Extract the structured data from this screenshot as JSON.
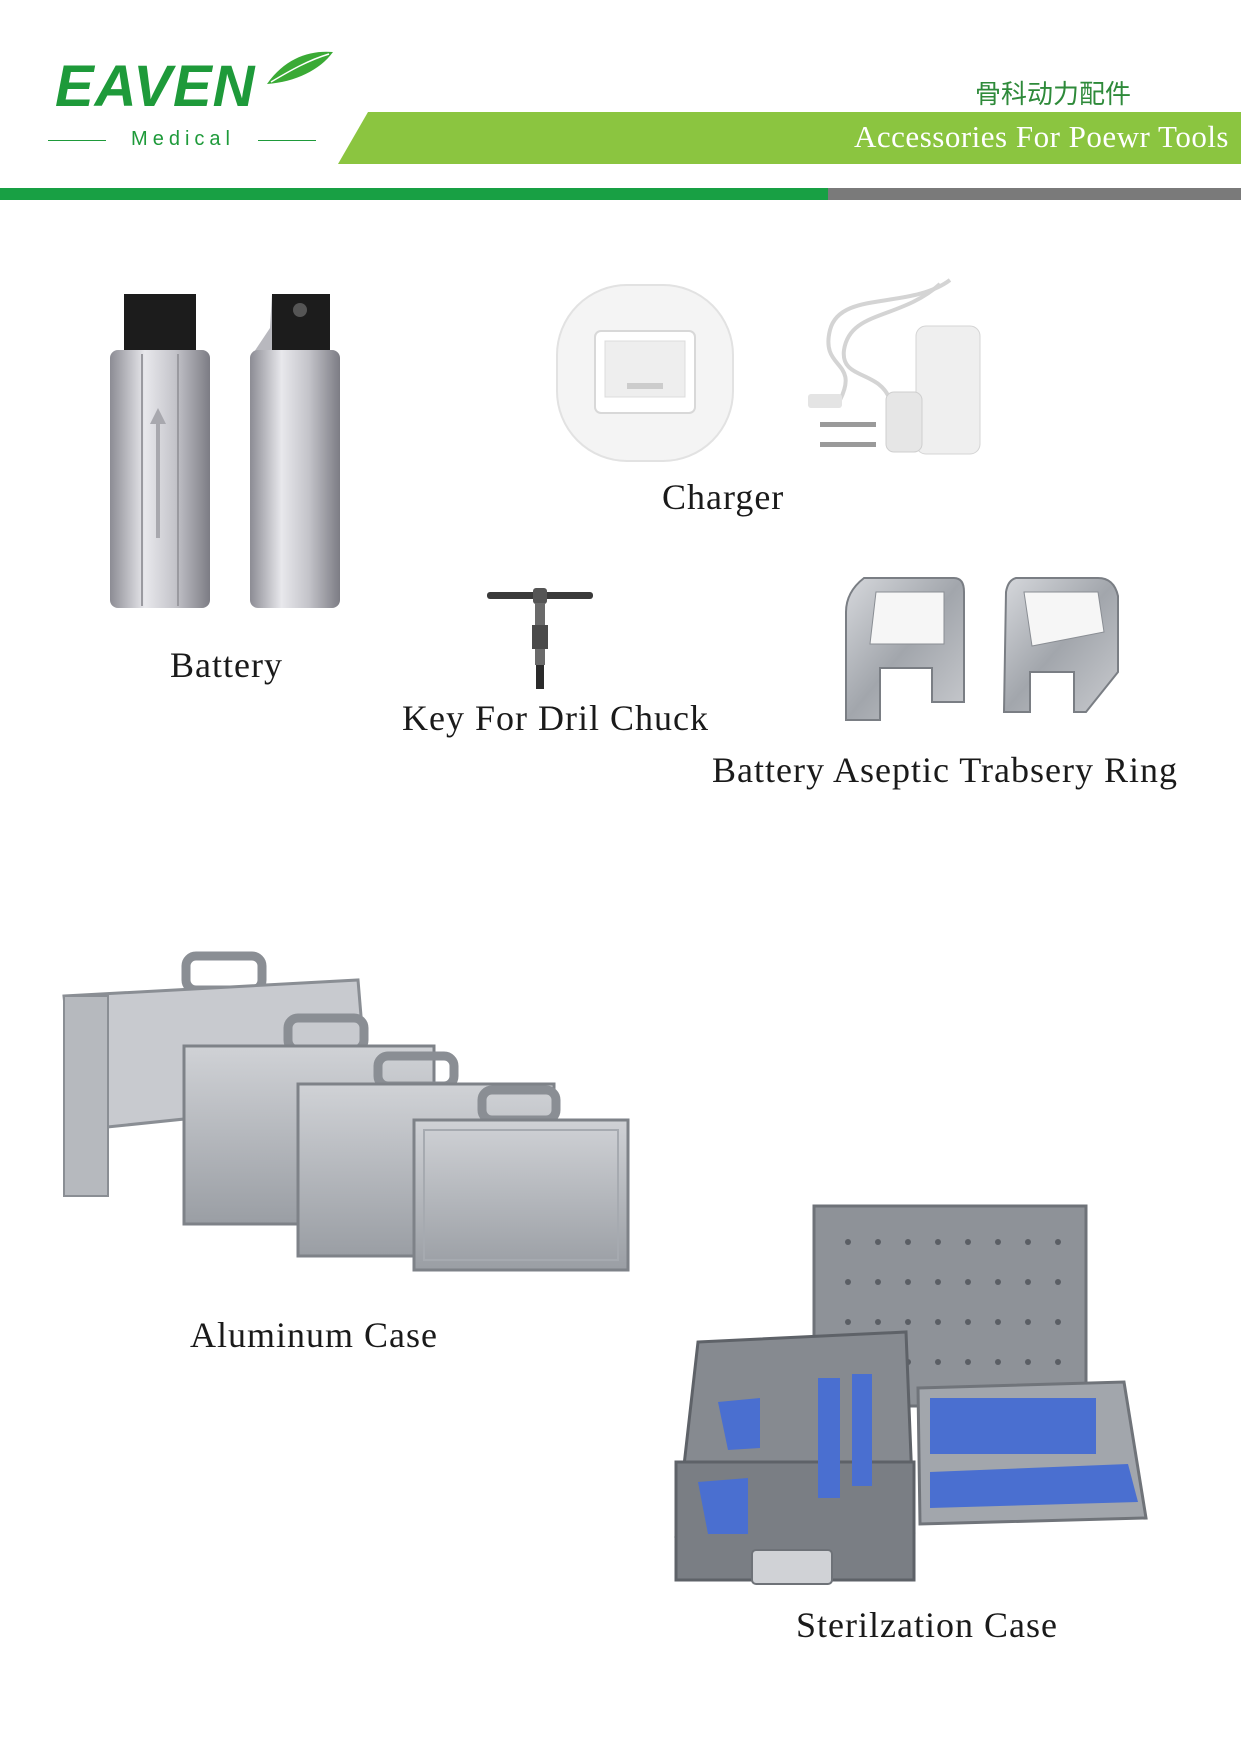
{
  "brand": {
    "name": "EAVEN",
    "sub": "Medical",
    "primary_color": "#1e9a3a",
    "accent_color": "#8bc540"
  },
  "header": {
    "title_cn": "骨科动力配件",
    "title_en": "Accessories For Poewr Tools"
  },
  "products": {
    "battery": "Battery",
    "charger": "Charger",
    "key": "Key For Dril Chuck",
    "ring": "Battery Aseptic Trabsery Ring",
    "aluminum_case": "Aluminum Case",
    "sterilization_case": "Sterilzation Case"
  }
}
